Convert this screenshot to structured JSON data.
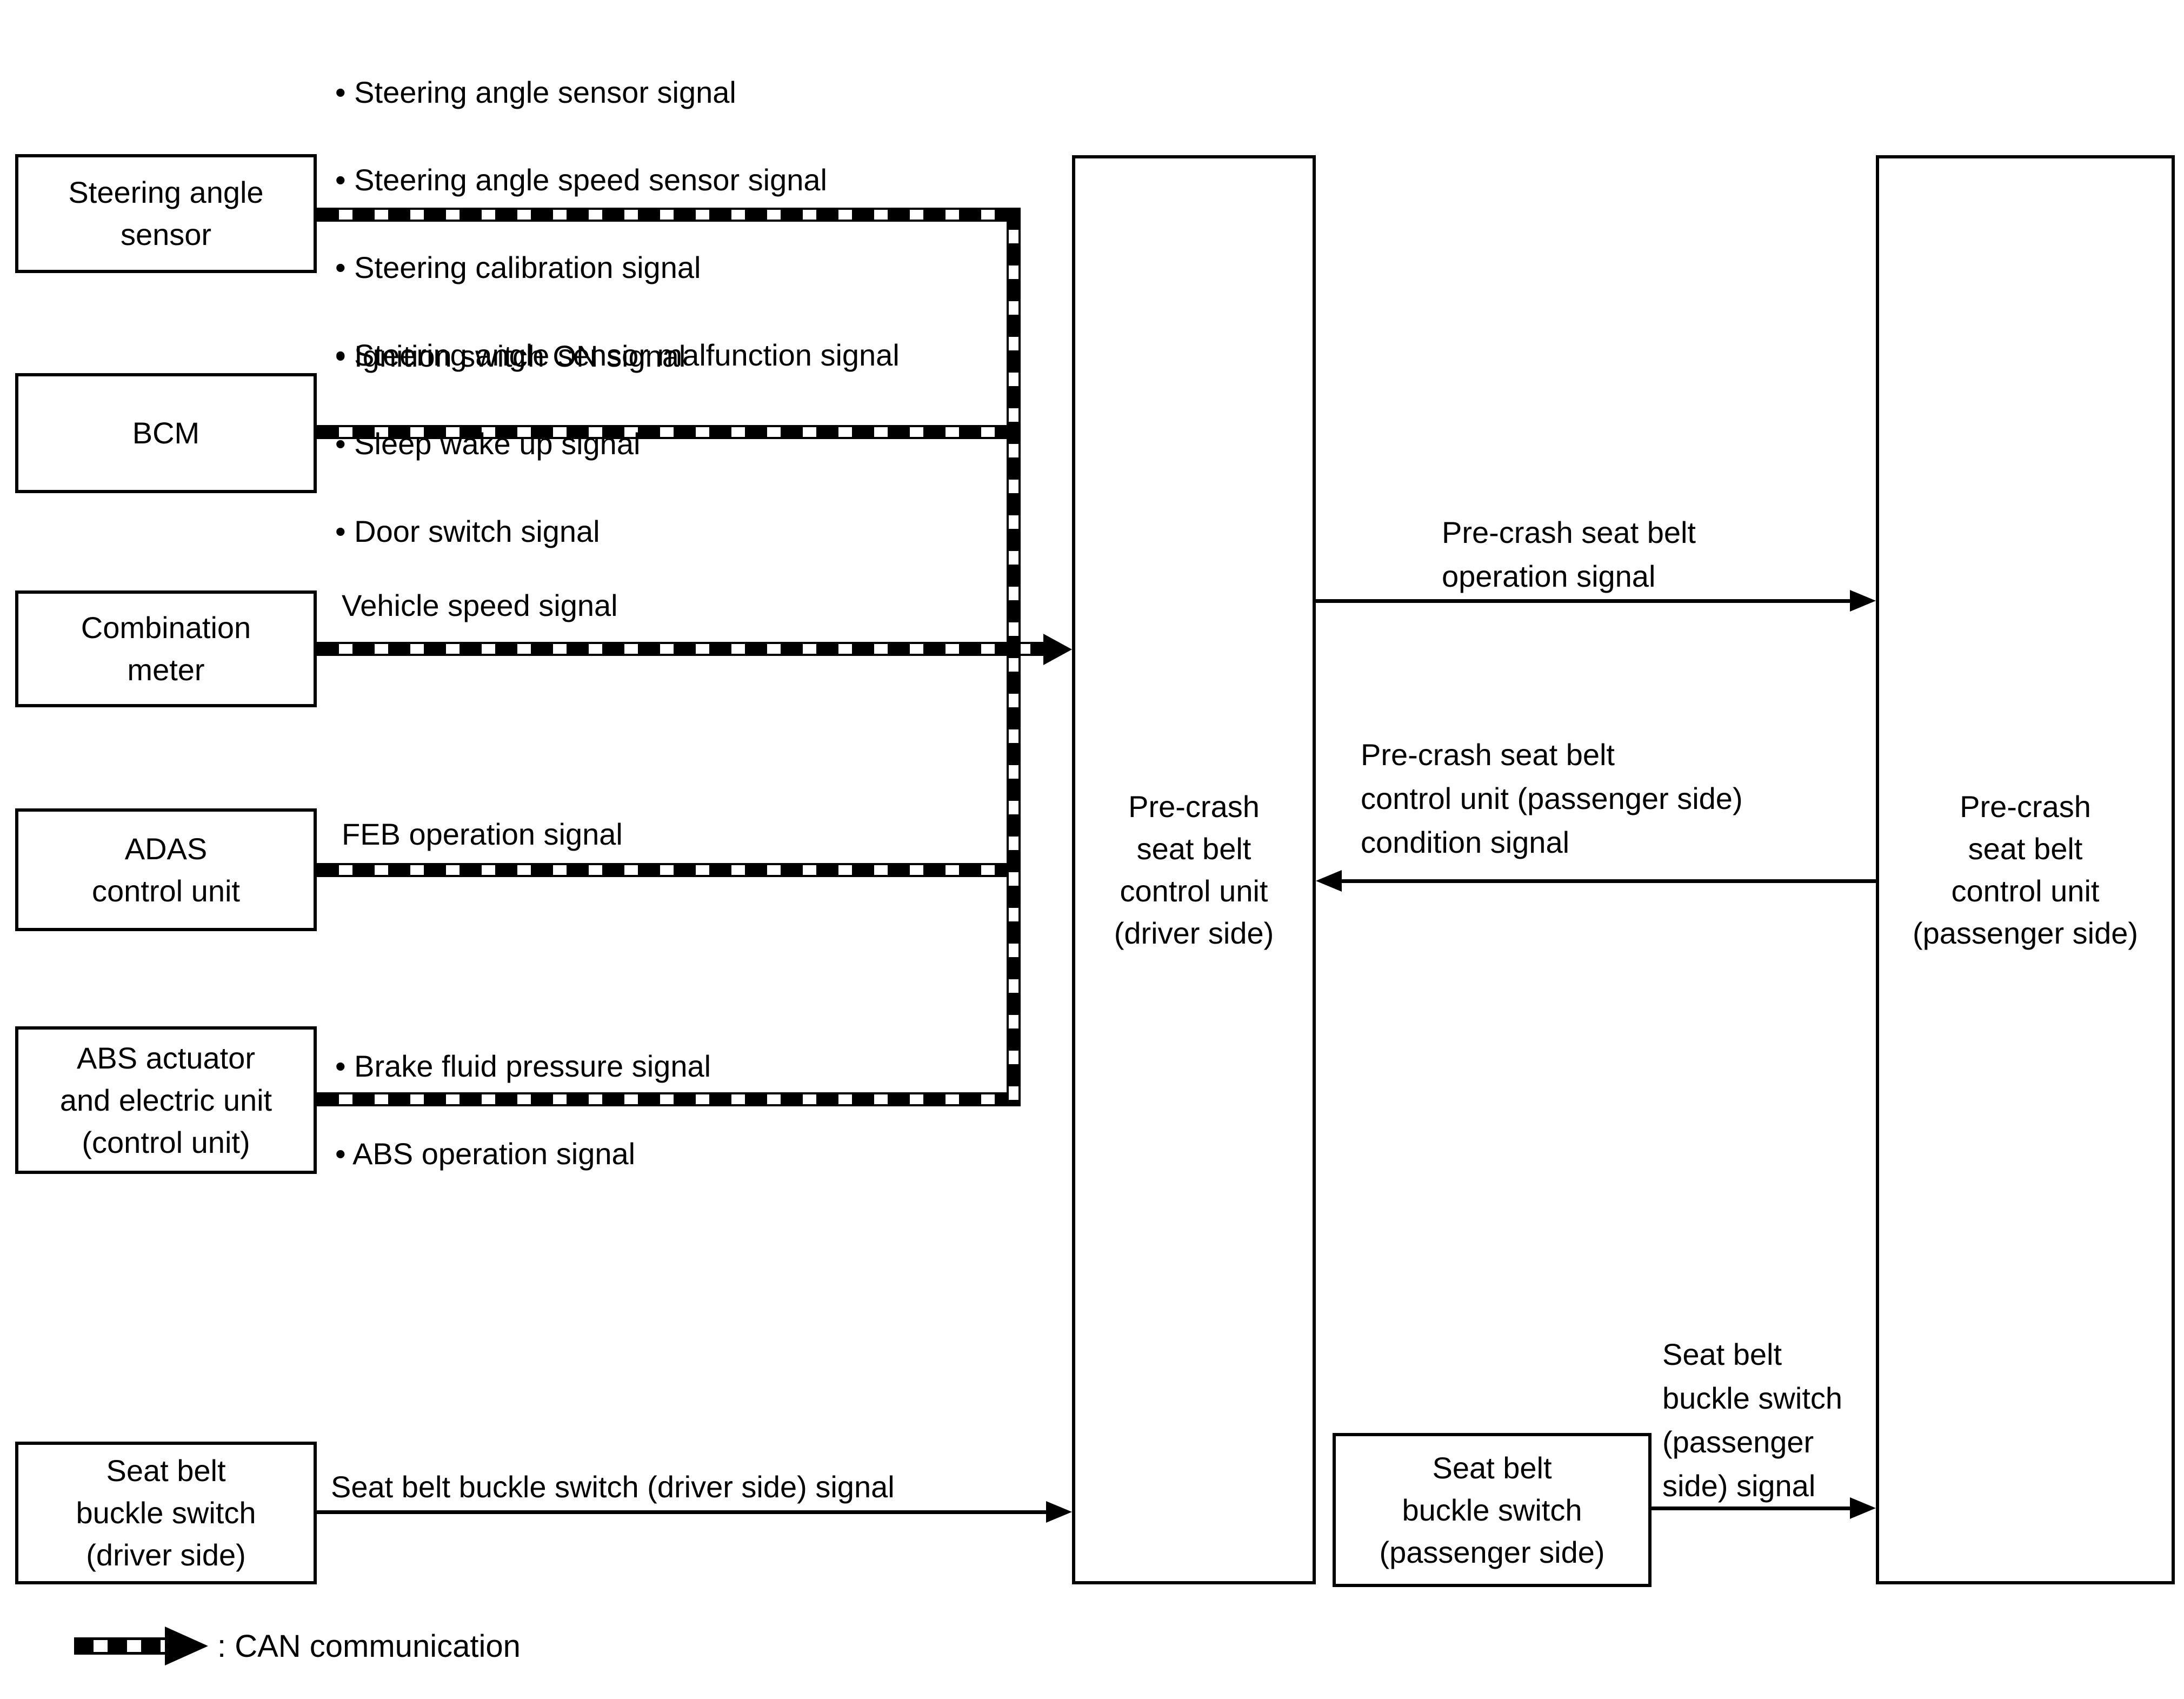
{
  "diagram": {
    "left_units": [
      {
        "label": "Steering angle\nsensor"
      },
      {
        "label": "BCM"
      },
      {
        "label": "Combination\nmeter"
      },
      {
        "label": "ADAS\ncontrol unit"
      },
      {
        "label": "ABS actuator\nand electric unit\n(control unit)"
      },
      {
        "label": "Seat belt\nbuckle switch\n(driver side)"
      }
    ],
    "center_unit": {
      "label": "Pre-crash\nseat belt\ncontrol unit\n(driver side)"
    },
    "right_unit": {
      "label": "Pre-crash\nseat belt\ncontrol unit\n(passenger side)"
    },
    "passenger_buckle_unit": {
      "label": "Seat belt\nbuckle switch\n(passenger side)"
    },
    "signal_groups": [
      {
        "items": [
          "• Steering angle sensor signal",
          "• Steering angle speed sensor signal",
          "• Steering calibration signal",
          "• Steering angle sensor malfunction signal"
        ]
      },
      {
        "items": [
          "• Ignition switch ON signal",
          "• Sleep wake up signal",
          "• Door switch signal"
        ]
      },
      {
        "items": [
          "Vehicle speed signal"
        ]
      },
      {
        "items": [
          "FEB operation signal"
        ]
      },
      {
        "items": [
          "• Brake fluid pressure signal",
          "• ABS operation signal"
        ]
      }
    ],
    "arrows": {
      "operation": {
        "label": "Pre-crash seat belt\noperation signal"
      },
      "condition": {
        "label": "Pre-crash seat belt\ncontrol unit (passenger side)\ncondition signal"
      },
      "driver_buckle": {
        "label": "Seat belt buckle switch (driver side) signal"
      },
      "passenger_buckle": {
        "label": "Seat belt\nbuckle switch\n(passenger\nside) signal"
      }
    },
    "legend": {
      "label": ": CAN communication"
    },
    "colors": {
      "ink": "#000000",
      "paper": "#ffffff"
    }
  }
}
